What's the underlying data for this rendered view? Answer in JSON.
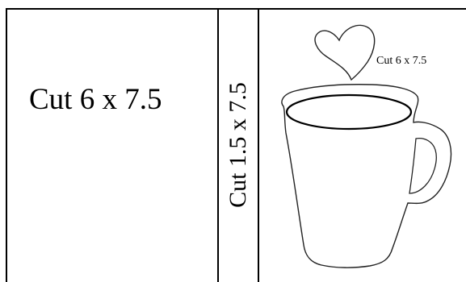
{
  "labels": {
    "left_panel": "Cut 6 x 7.5",
    "middle_strip": "Cut 1.5 x 7.5",
    "heart": "Cut 6 x 7.5"
  },
  "icons": {
    "heart": "heart-icon",
    "mug": "coffee-mug-icon"
  },
  "colors": {
    "line": "#000000",
    "outline": "#222222",
    "background": "#ffffff"
  }
}
